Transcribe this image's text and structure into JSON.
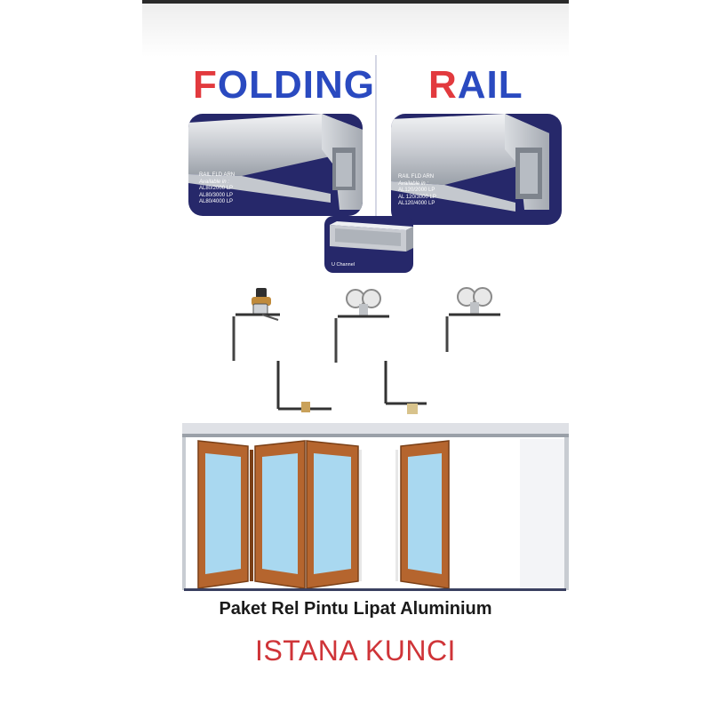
{
  "title": {
    "word1_first": "F",
    "word1_rest": "OLDING",
    "word2_first": "R",
    "word2_rest": "AIL"
  },
  "panel_left": {
    "lines": [
      "RAIL FLD ARN",
      "Available in :",
      "AL80/2000 LP",
      "AL80/3000 LP",
      "AL80/4000 LP"
    ]
  },
  "panel_right": {
    "lines": [
      "RAIL FLD ARN",
      "Available in :",
      "AL120/2000 LP",
      "AL 120/3000 LP",
      "AL120/4000 LP"
    ]
  },
  "u_channel": {
    "label": "U Channel"
  },
  "caption": "Paket Rel Pintu Lipat Aluminium",
  "brand": "ISTANA KUNCI",
  "colors": {
    "title_accent": "#e23a3e",
    "title_main": "#2a4ac0",
    "panel_bg": "#26286a",
    "door_wood": "#b5652e",
    "glass": "#a9d8f0",
    "brand": "#cf3438"
  }
}
